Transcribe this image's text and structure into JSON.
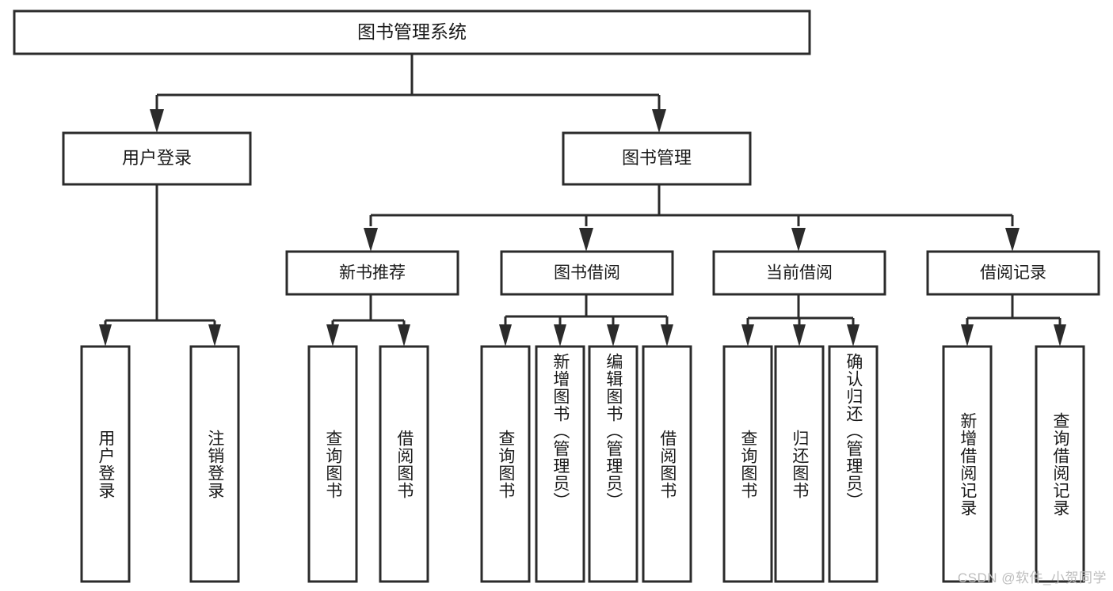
{
  "diagram": {
    "title": "图书管理系统",
    "root": {
      "label": "图书管理系统"
    },
    "level1": [
      {
        "label": "用户登录"
      },
      {
        "label": "图书管理"
      }
    ],
    "level2": [
      {
        "label": "新书推荐"
      },
      {
        "label": "图书借阅"
      },
      {
        "label": "当前借阅"
      },
      {
        "label": "借阅记录"
      }
    ],
    "leaves": {
      "user_login": [
        {
          "label": "用户登录"
        },
        {
          "label": "注销登录"
        }
      ],
      "new_book_recommend": [
        {
          "label": "查询图书"
        },
        {
          "label": "借阅图书"
        }
      ],
      "book_borrow": [
        {
          "label": "查询图书"
        },
        {
          "label": "新增图书（管理员）"
        },
        {
          "label": "编辑图书（管理员）"
        },
        {
          "label": "借阅图书"
        }
      ],
      "current_borrow": [
        {
          "label": "查询图书"
        },
        {
          "label": "归还图书"
        },
        {
          "label": "确认归还（管理员）"
        }
      ],
      "borrow_record": [
        {
          "label": "新增借阅记录"
        },
        {
          "label": "查询借阅记录"
        }
      ]
    }
  },
  "watermark": {
    "text": "CSDN @软件_小贺同学"
  },
  "colors": {
    "stroke": "#2b2b2b",
    "fill": "#ffffff",
    "text": "#1a1a1a",
    "watermark": "#bdbdbd"
  }
}
